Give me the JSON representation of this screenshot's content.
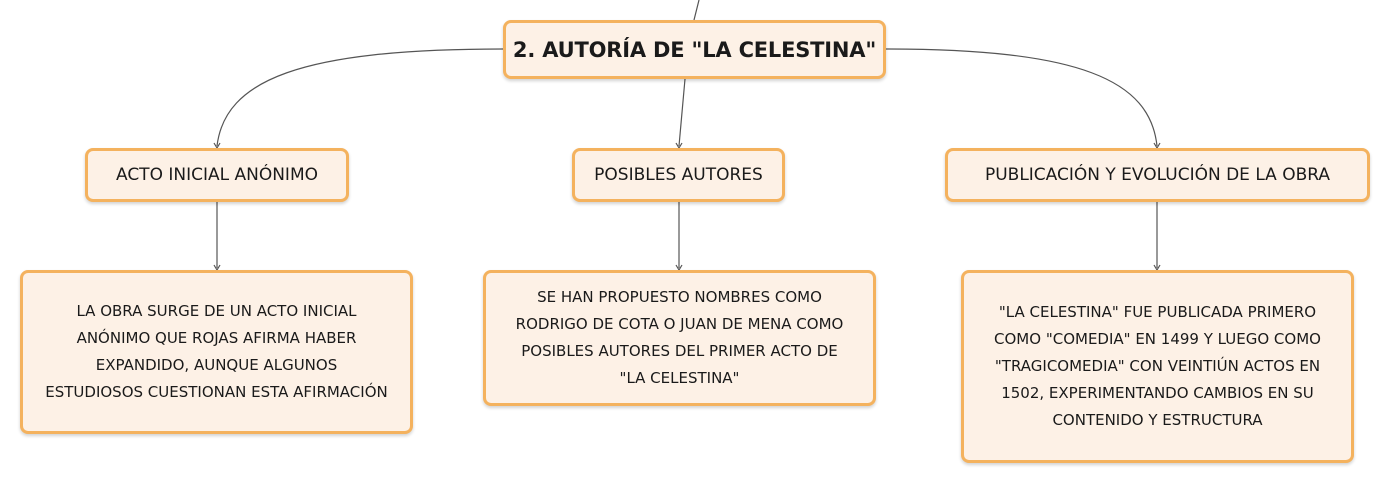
{
  "root": {
    "label": "2. AUTORÍA DE \"LA CELESTINA\""
  },
  "branches": [
    {
      "label": "ACTO INICIAL ANÓNIMO",
      "detail": "LA OBRA SURGE DE UN ACTO INICIAL ANÓNIMO QUE ROJAS AFIRMA HABER EXPANDIDO, AUNQUE ALGUNOS ESTUDIOSOS CUESTIONAN ESTA AFIRMACIÓN"
    },
    {
      "label": "POSIBLES AUTORES",
      "detail": "SE HAN PROPUESTO NOMBRES COMO RODRIGO DE COTA O JUAN DE MENA COMO POSIBLES AUTORES DEL PRIMER ACTO DE \"LA CELESTINA\""
    },
    {
      "label": "PUBLICACIÓN Y EVOLUCIÓN DE LA OBRA",
      "detail": "\"LA CELESTINA\" FUE PUBLICADA PRIMERO COMO \"COMEDIA\" EN 1499 Y LUEGO COMO \"TRAGICOMEDIA\" CON VEINTIÚN ACTOS EN 1502, EXPERIMENTANDO CAMBIOS EN SU CONTENIDO Y ESTRUCTURA"
    }
  ],
  "colors": {
    "node_fill": "#fdf1e6",
    "node_border": "#f4b25e",
    "connector": "#555555",
    "text": "#1a1a1a"
  }
}
